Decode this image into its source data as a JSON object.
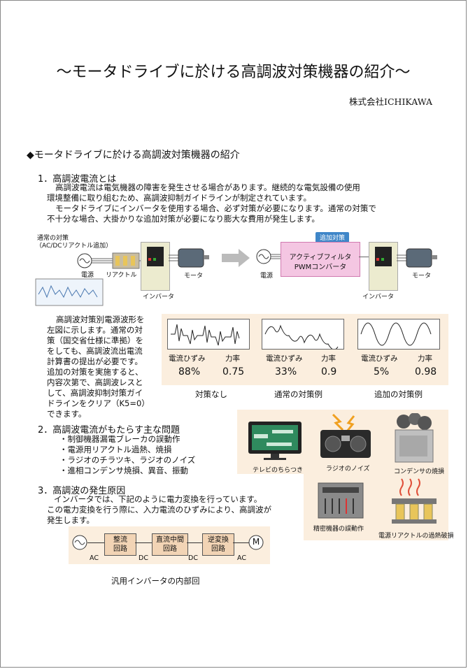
{
  "title": "～モータドライブに於ける高調波対策機器の紹介～",
  "company": "株式会社ICHIKAWA",
  "section_heading": "◆モータドライブに於ける高調波対策機器の紹介",
  "s1": {
    "heading": "1．高調波電流とは",
    "lines": [
      "高調波電流は電気機器の障害を発生させる場合があります。継続的な電気設備の使用",
      "環境整備に取り組むため、高調波抑制ガイドラインが制定されています。",
      "モータドライブにインバータを使用する場合、必ず対策が必要になります。通常の対策で",
      "不十分な場合、大掛かりな追加対策が必要になり膨大な費用が発生します。"
    ]
  },
  "diagram": {
    "normal_label_1": "通常の対策",
    "normal_label_2": "（AC/DCリアクトル追加）",
    "power": "電源",
    "reactor": "リアクトル",
    "inverter": "インバータ",
    "motor": "モータ",
    "extra_tag": "追加対策",
    "filter_1": "アクティブフィルタ",
    "filter_2": "PWMコンバータ",
    "power_2": "電源",
    "inverter_2": "インバータ",
    "motor_2": "モータ"
  },
  "side_text": [
    "高調波対策別電源波形を",
    "左図に示します。通常の対",
    "策（国交省仕様に準拠）を",
    "をしても、高調波流出電流",
    "計算書の提出が必要です。",
    "追加の対策を実施すると、",
    "内容次第で、高調波レスと",
    "して、高調波抑制対策ガイ",
    "ドラインをクリア（K5=0）",
    "できます。"
  ],
  "waves": [
    {
      "distortion_label": "電流ひずみ",
      "pf_label": "力率",
      "distortion": "88%",
      "pf": "0.75",
      "caption": "対策なし"
    },
    {
      "distortion_label": "電流ひずみ",
      "pf_label": "力率",
      "distortion": "33%",
      "pf": "0.9",
      "caption": "通常の対策例"
    },
    {
      "distortion_label": "電流ひずみ",
      "pf_label": "力率",
      "distortion": "5%",
      "pf": "0.98",
      "caption": "追加の対策例"
    }
  ],
  "s2": {
    "heading": "2．高調波電流がもたらす主な問題",
    "items": [
      "・制御機器漏電ブレーカの誤動作",
      "・電源用リアクトル過熱、焼損",
      "・ラジオのチラツキ、ラジオのノイズ",
      "・進相コンデンサ焼損、異音、振動"
    ]
  },
  "illustrations": {
    "tv": "テレビのちらつき",
    "radio": "ラジオのノイズ",
    "capacitor": "コンデンサの焼損",
    "device": "精密機器の誤動作",
    "reactor": "電源リアクトルの過熱破損"
  },
  "s3": {
    "heading": "3．高調波の発生原因",
    "lines": [
      "インバータでは、下記のように電力変換を行っています。",
      "この電力変換を行う際に、入力電流のひずみにより、高調波が",
      "発生します。"
    ]
  },
  "flow": {
    "block1_a": "整流",
    "block1_b": "回路",
    "block2_a": "直流中間",
    "block2_b": "回路",
    "block3_a": "逆変換",
    "block3_b": "回路",
    "ac1": "AC",
    "dc1": "DC",
    "dc2": "DC",
    "ac2": "AC",
    "motor_symbol": "M",
    "caption": "汎用インバータの内部回"
  }
}
